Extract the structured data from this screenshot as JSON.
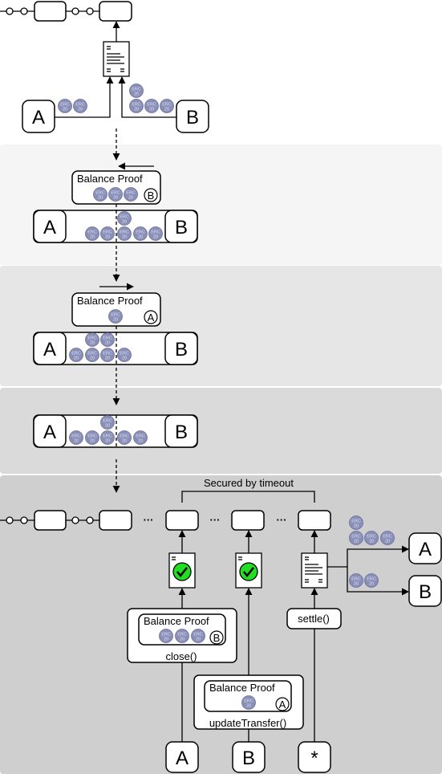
{
  "coin": {
    "line1": "ERC",
    "line2": "20"
  },
  "parties": {
    "a": "A",
    "b": "B",
    "any": "*"
  },
  "labels": {
    "balance_proof": "Balance Proof",
    "secured_by_timeout": "Secured by timeout",
    "close": "close()",
    "update_transfer": "updateTransfer()",
    "settle": "settle()",
    "ellipsis": "···"
  },
  "colors": {
    "panel1": "#f5f5f5",
    "panel2": "#e6e6e6",
    "panel3": "#dadada",
    "panel4": "#cfcfcf",
    "coin": "#8a8fb8",
    "check": "#22dd22"
  }
}
